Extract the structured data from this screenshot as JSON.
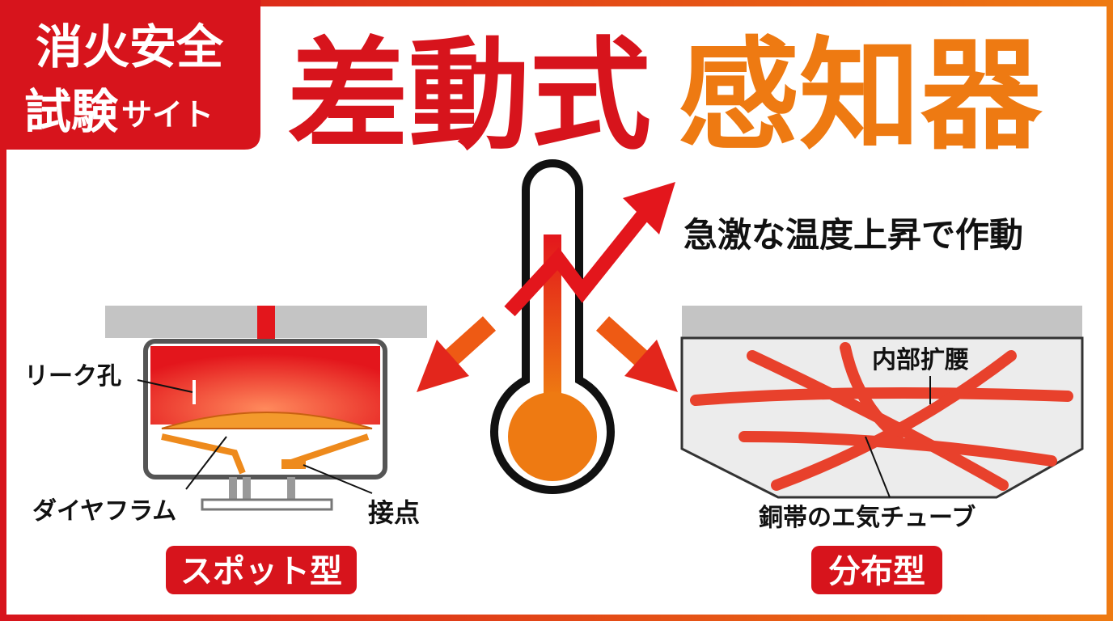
{
  "badge": {
    "line1": "消火安全",
    "line2_main": "試験",
    "line2_small": "サイト"
  },
  "title": {
    "part1": "差動式",
    "part2": "感知器"
  },
  "caption": "急激な温度上昇で作動",
  "spot": {
    "leak_hole": "リーク孔",
    "diaphragm": "ダイヤフラム",
    "contact": "接点",
    "label": "スポット型"
  },
  "distributed": {
    "internal_expansion": "内部扩腰",
    "tube": "銅帯のエ気チューブ",
    "label": "分布型"
  },
  "colors": {
    "red": "#d7141c",
    "orange": "#ee7a12",
    "gray": "#c4c4c4"
  }
}
